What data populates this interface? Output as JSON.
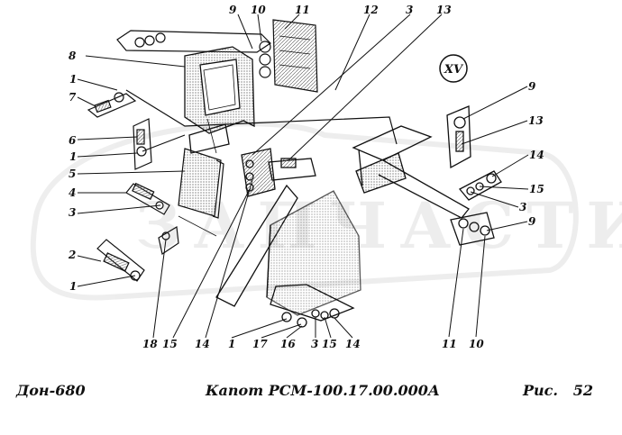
{
  "diagram": {
    "group_label": "XV",
    "callouts": [
      "1",
      "2",
      "3",
      "4",
      "5",
      "6",
      "7",
      "8",
      "9",
      "10",
      "11",
      "12",
      "13",
      "14",
      "15",
      "16",
      "17",
      "18"
    ],
    "watermark": "ЗАПЧАСТИ"
  },
  "footer": {
    "left": "Дон-680",
    "center": "Капот РСМ-100.17.00.000А",
    "right": "Рис.   52"
  }
}
